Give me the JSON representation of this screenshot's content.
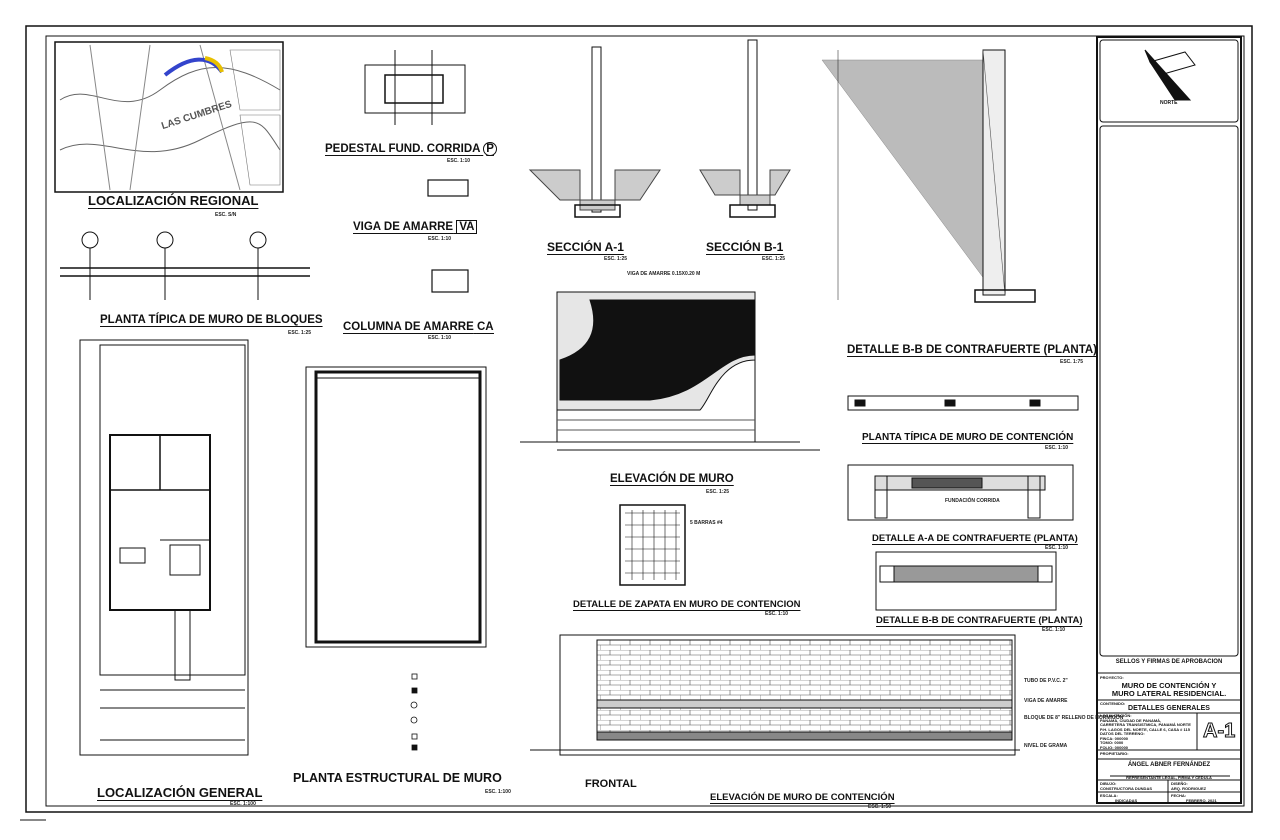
{
  "drawings": {
    "loc_regional": {
      "title": "LOCALIZACIÓN REGIONAL",
      "scale": "ESC. S/N",
      "map_label": "LAS CUMBRES"
    },
    "planta_bloques": {
      "title": "PLANTA TÍPICA DE MURO DE BLOQUES",
      "scale": "ESC. 1:25"
    },
    "pedestal": {
      "title": "PEDESTAL FUND. CORRIDA",
      "tag": "P",
      "scale": "ESC. 1:10"
    },
    "viga": {
      "title": "VIGA DE AMARRE",
      "tag": "VA",
      "scale": "ESC. 1:10"
    },
    "columna": {
      "title": "COLUMNA DE AMARRE",
      "tag": "CA",
      "scale": "ESC. 1:10"
    },
    "seccion_a": {
      "title": "SECCIÓN  A-1",
      "scale": "ESC. 1:25"
    },
    "seccion_b": {
      "title": "SECCIÓN  B-1",
      "scale": "ESC. 1:25"
    },
    "detalle_bb_1": {
      "title": "DETALLE B-B DE CONTRAFUERTE (PLANTA)",
      "scale": "ESC. 1:75"
    },
    "elevacion_muro": {
      "title": "ELEVACIÓN DE MURO",
      "scale": "ESC. 1:25",
      "note": "VIGA DE AMARRE 0.15X0.20 M"
    },
    "planta_contencion": {
      "title": "PLANTA TÍPICA DE MURO DE CONTENCIÓN",
      "scale": "ESC. 1:10"
    },
    "detalle_aa": {
      "title": "DETALLE A-A DE CONTRAFUERTE (PLANTA)",
      "scale": "ESC. 1:10",
      "note": "FUNDACIÓN CORRIDA"
    },
    "zapata": {
      "title": "DETALLE DE ZAPATA EN MURO DE CONTENCION",
      "scale": "ESC. 1:10",
      "note": "5 BARRAS #4"
    },
    "detalle_bb_2": {
      "title": "DETALLE B-B DE CONTRAFUERTE (PLANTA)",
      "scale": "ESC. 1:10"
    },
    "loc_general": {
      "title": "LOCALIZACIÓN GENERAL",
      "scale": "ESC. 1:100"
    },
    "planta_estructural": {
      "title": "PLANTA ESTRUCTURAL DE MURO",
      "scale": "ESC. 1:100"
    },
    "frontal": {
      "title": "FRONTAL"
    },
    "elevacion_contencion": {
      "title": "ELEVACIÓN DE MURO DE CONTENCIÓN",
      "scale": "ESC. 1:50",
      "notes": [
        "TUBO DE P.V.C. 2\"",
        "VIGA DE AMARRE",
        "BLOQUE DE 8\" RELLENO DE HORMIGÓN",
        "NIVEL DE GRAMA"
      ]
    }
  },
  "north": {
    "label": "NORTE"
  },
  "title_block": {
    "approvals": "SELLOS Y FIRMAS DE APROBACION",
    "project_label": "PROYECTO:",
    "project_line1": "MURO DE CONTENCIÓN Y",
    "project_line2": "MURO LATERAL RESIDENCIAL.",
    "content_label": "CONTENIDO:",
    "content": "DETALLES GENERALES",
    "location_label": "LOCALIZACIÓN:",
    "location_lines": [
      "PANAMÁ, CIUDAD DE PANAMÁ,",
      "CARRETERA TRANSISTMICA, PANAMÁ NORTE",
      "P.H. LAGOS DEL NORTE, CALLE 6, CASA # 115"
    ],
    "property_label": "DATOS DEL TERRENO:",
    "property_lines": [
      "FINCA: 000000",
      "TOMO: 0000",
      "FOLIO: 000000"
    ],
    "sheet": "A-1",
    "owner_label": "PROPIETARIO:",
    "owner": "ÁNGEL ABNER FERNÁNDEZ",
    "owner_caption": "REPRESENTANTE LEGAL, FIRMA Y CÉDULA",
    "drawn_label": "DIBUJO:",
    "drawn": "CONSTRUCTORA DUNDAS",
    "design_label": "DISEÑO:",
    "design": "ARQ. RODRIGUEZ",
    "scale_label": "ESCALA:",
    "scale": "INDICADAS",
    "date_label": "FECHA:",
    "date": "FEBRERO, 2021"
  }
}
